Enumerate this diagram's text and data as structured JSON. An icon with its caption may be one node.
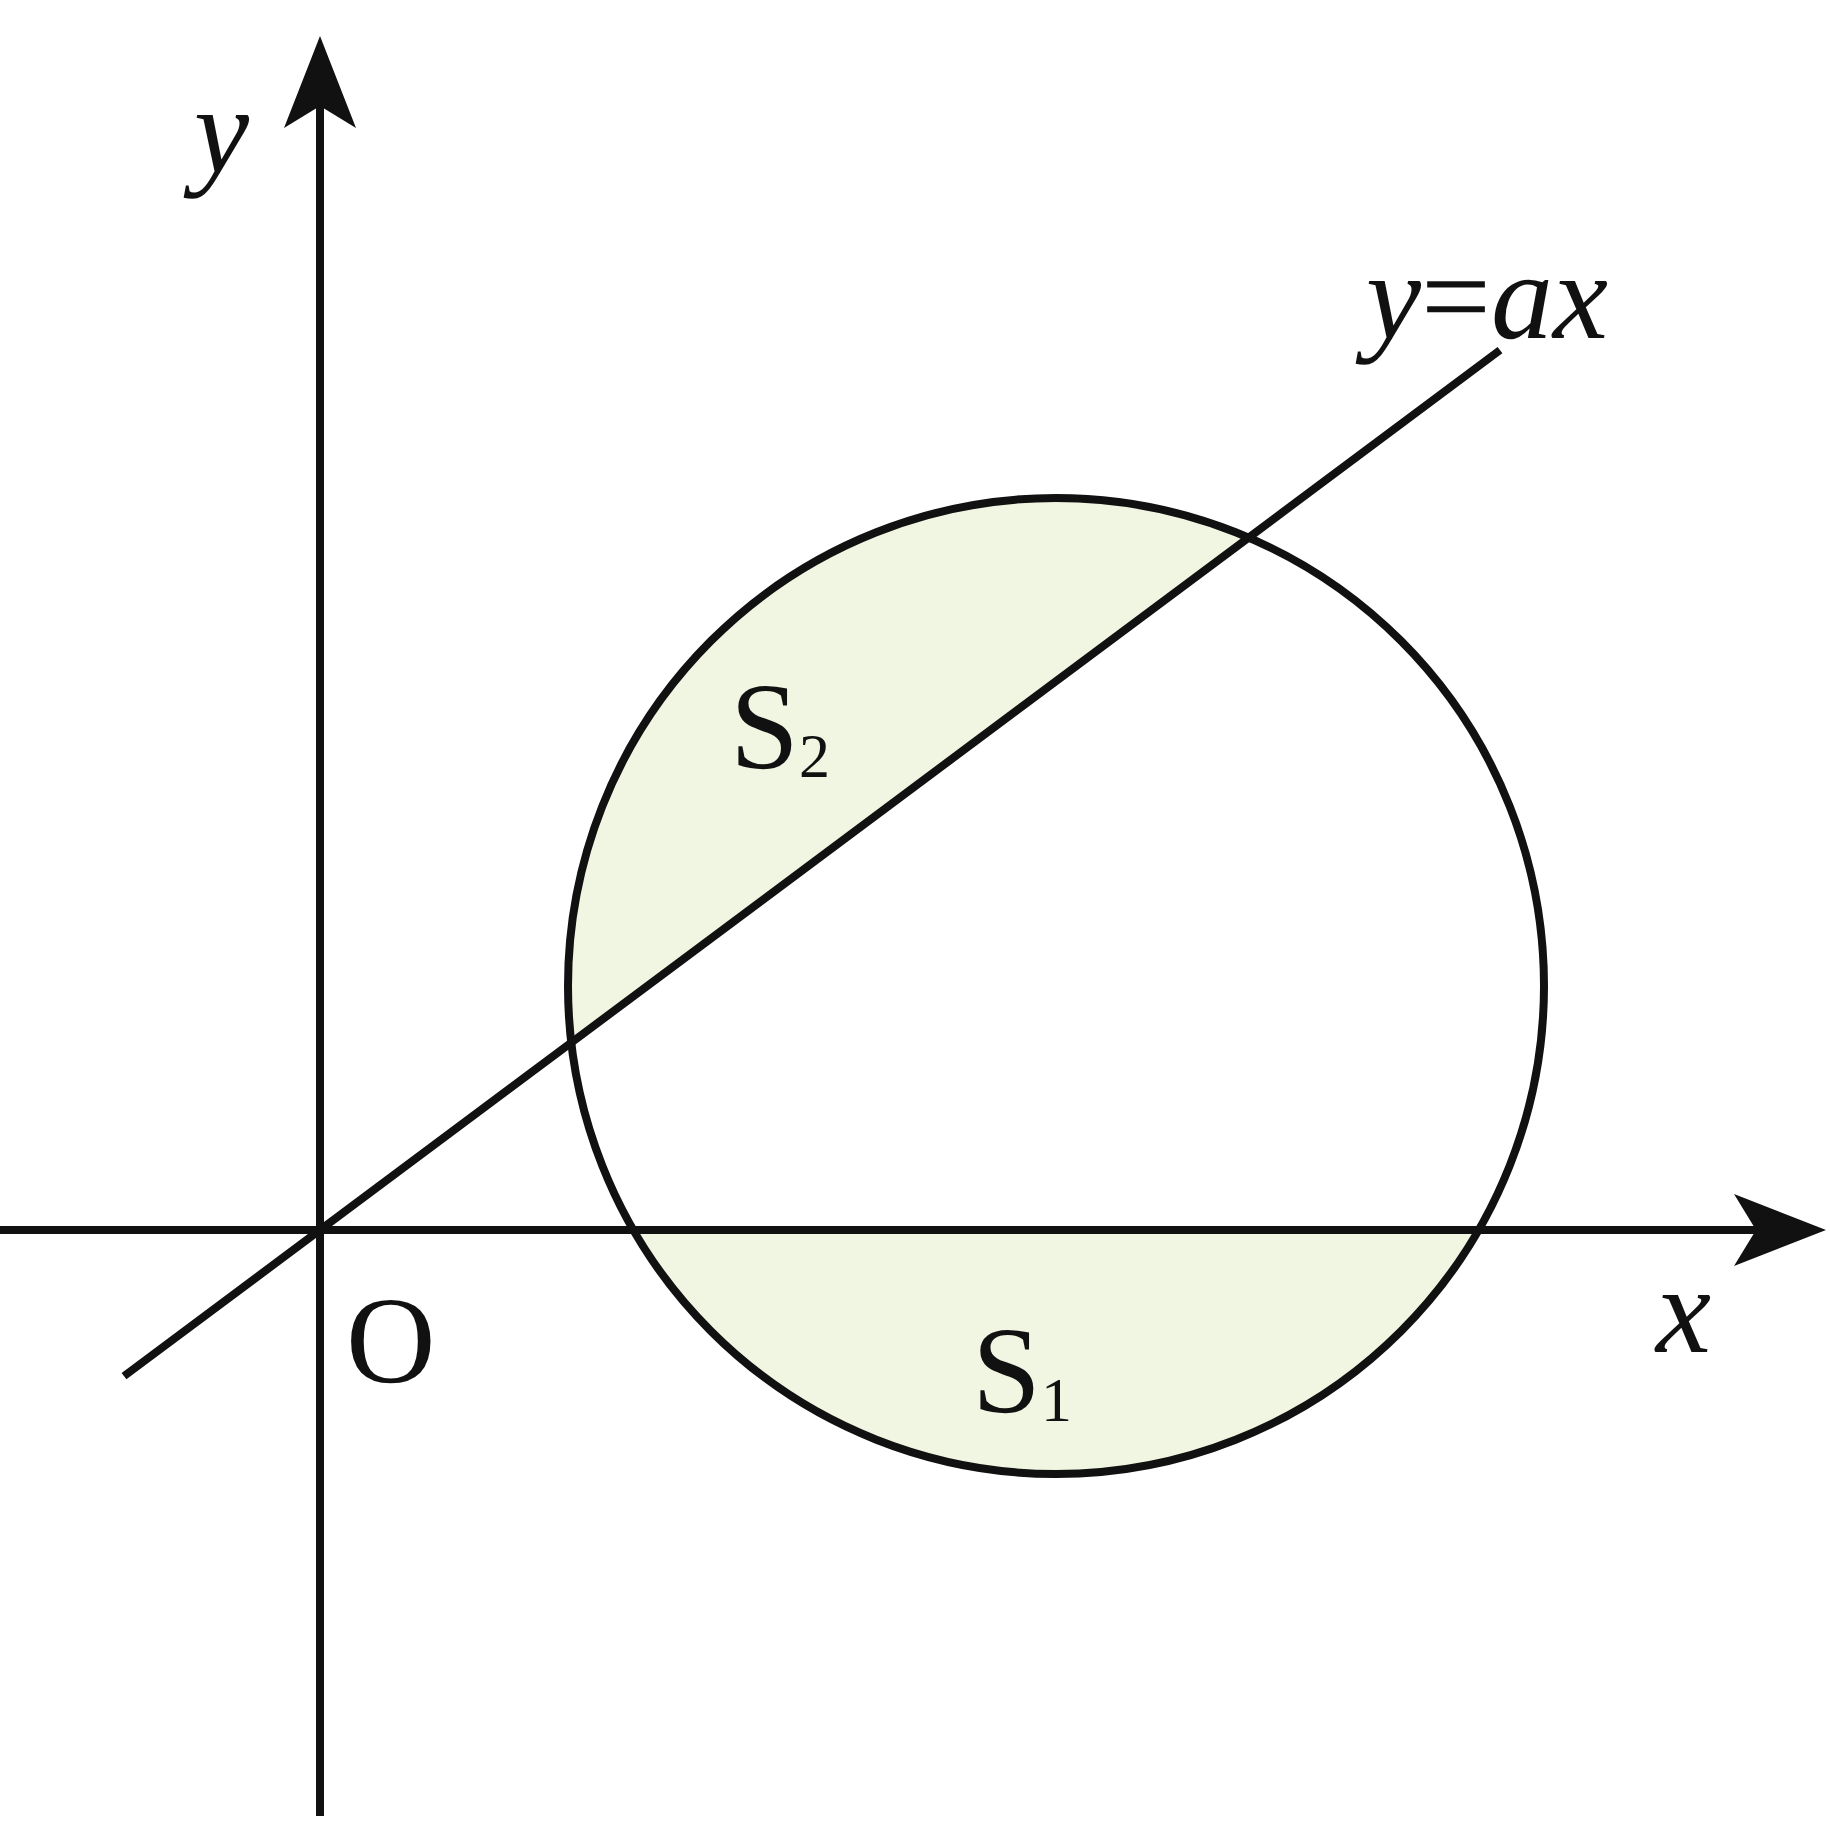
{
  "diagram": {
    "labels": [
      "*y*",
      "*y*=*ax*",
      "S$_{2}$",
      "O",
      "*x*",
      "S$_{1}$"
    ]
  }
}
